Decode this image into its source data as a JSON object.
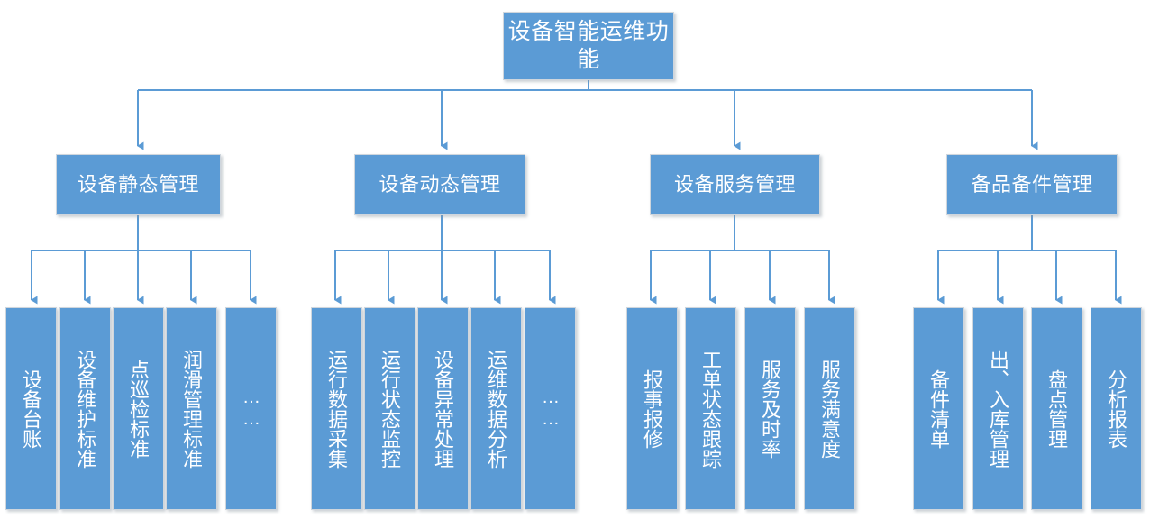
{
  "theme": {
    "node_fill": "#5B9BD5",
    "node_border": "#cfd6dd",
    "connector": "#5B9BD5",
    "text": "#ffffff",
    "background": "#ffffff"
  },
  "diagram": {
    "type": "org-chart",
    "orientation": "top-down",
    "root": {
      "label": "设备智能运维功能"
    },
    "branches": [
      {
        "label": "设备静态管理",
        "children": [
          {
            "label": "设备台账"
          },
          {
            "label": "设备维护标准"
          },
          {
            "label": "点巡检标准"
          },
          {
            "label": "润滑管理标准"
          },
          {
            "label": "……",
            "is_ellipsis": true
          }
        ]
      },
      {
        "label": "设备动态管理",
        "children": [
          {
            "label": "运行数据采集"
          },
          {
            "label": "运行状态监控"
          },
          {
            "label": "设备异常处理"
          },
          {
            "label": "运维数据分析"
          },
          {
            "label": "……",
            "is_ellipsis": true
          }
        ]
      },
      {
        "label": "设备服务管理",
        "children": [
          {
            "label": "报事报修"
          },
          {
            "label": "工单状态跟踪"
          },
          {
            "label": "服务及时率"
          },
          {
            "label": "服务满意度"
          }
        ]
      },
      {
        "label": "备品备件管理",
        "children": [
          {
            "label": "备件清单"
          },
          {
            "label": "出、入库管理"
          },
          {
            "label": "盘点管理"
          },
          {
            "label": "分析报表"
          }
        ]
      }
    ]
  }
}
